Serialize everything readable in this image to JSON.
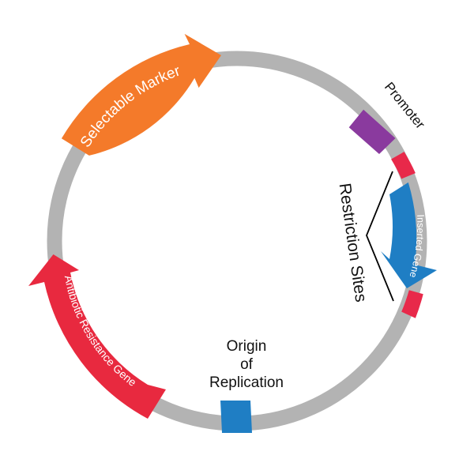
{
  "labels": {
    "selectable_marker": "Selectable Marker",
    "promoter": "Promoter",
    "restriction_sites": "Restriction Sites",
    "inserted_gene": "Inserted Gene",
    "antibiotic_resistance_gene": "Antibiotic Resistance Gene",
    "origin_line1": "Origin",
    "origin_line2": "of",
    "origin_line3": "Replication"
  },
  "colors": {
    "backbone": "#b3b3b3",
    "selectable_marker": "#f47a2a",
    "promoter": "#8a3a9e",
    "restriction_site": "#e8294a",
    "inserted_gene": "#1f7ec4",
    "antibiotic_resistance": "#e8293f",
    "origin": "#1f7ec4",
    "bracket": "#000000",
    "text": "#111111"
  }
}
